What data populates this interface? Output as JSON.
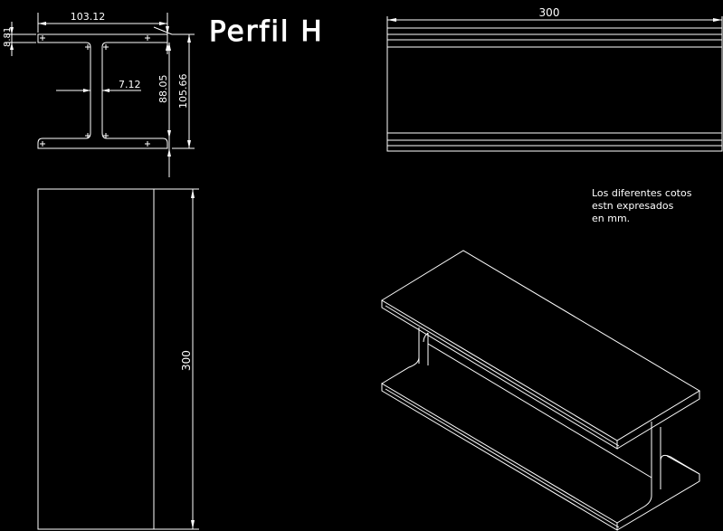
{
  "title": "Perfil H",
  "dimensions": {
    "top_width": "103.12",
    "flange_thickness": "8.81",
    "web_thickness": "7.12",
    "inner_height": "88.05",
    "overall_height": "105.66",
    "side_length": "300",
    "plan_length": "300"
  },
  "note": {
    "line1": "Los diferentes cotos",
    "line2": "estn expresados",
    "line3": "en mm."
  },
  "colors": {
    "background": "#000000",
    "lines": "#ffffff"
  }
}
